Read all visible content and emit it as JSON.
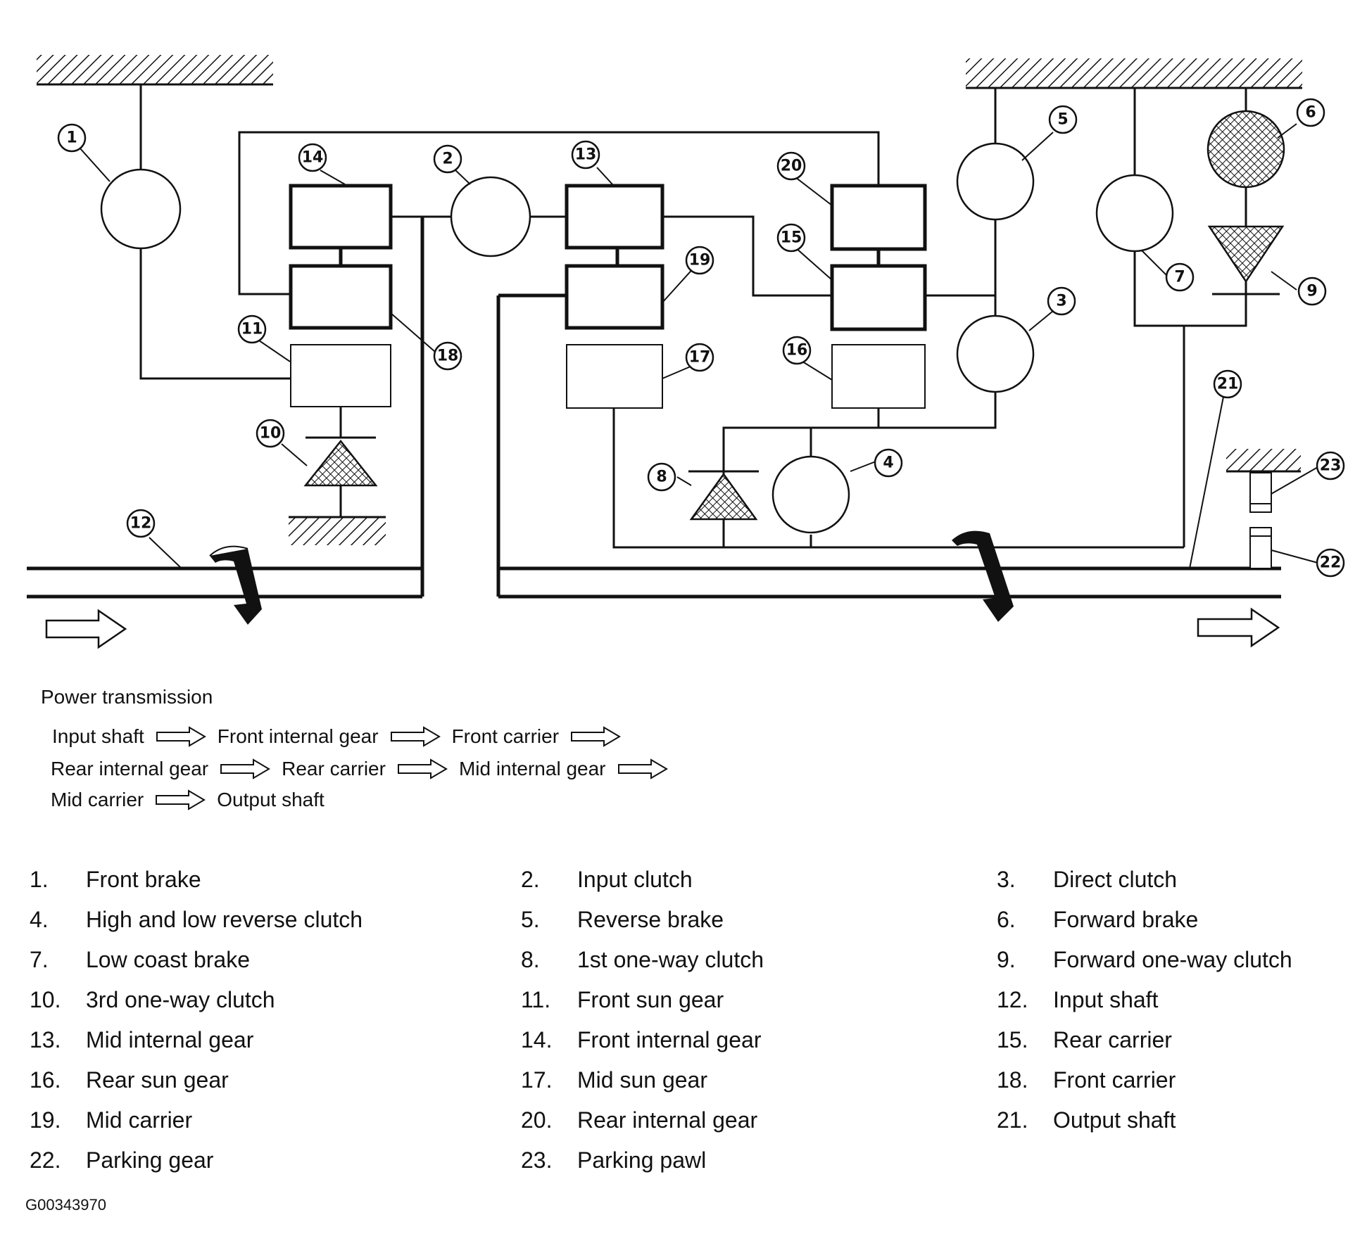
{
  "diagram": {
    "callouts": [
      "1",
      "2",
      "3",
      "4",
      "5",
      "6",
      "7",
      "8",
      "9",
      "10",
      "11",
      "12",
      "13",
      "14",
      "15",
      "16",
      "17",
      "18",
      "19",
      "20",
      "21",
      "22",
      "23"
    ]
  },
  "flow": {
    "title": "Power transmission",
    "lines": [
      [
        "Input shaft",
        "Front internal gear",
        "Front carrier",
        ""
      ],
      [
        "Rear internal gear",
        "Rear carrier",
        "Mid internal gear",
        ""
      ],
      [
        "Mid carrier",
        "Output shaft"
      ]
    ]
  },
  "legend": [
    {
      "num": "1.",
      "label": "Front brake"
    },
    {
      "num": "2.",
      "label": "Input clutch"
    },
    {
      "num": "3.",
      "label": "Direct clutch"
    },
    {
      "num": "4.",
      "label": "High and low reverse clutch"
    },
    {
      "num": "5.",
      "label": "Reverse brake"
    },
    {
      "num": "6.",
      "label": "Forward brake"
    },
    {
      "num": "7.",
      "label": "Low coast brake"
    },
    {
      "num": "8.",
      "label": "1st one-way clutch"
    },
    {
      "num": "9.",
      "label": "Forward one-way clutch"
    },
    {
      "num": "10.",
      "label": "3rd one-way clutch"
    },
    {
      "num": "11.",
      "label": "Front sun gear"
    },
    {
      "num": "12.",
      "label": "Input shaft"
    },
    {
      "num": "13.",
      "label": "Mid internal gear"
    },
    {
      "num": "14.",
      "label": "Front internal gear"
    },
    {
      "num": "15.",
      "label": "Rear carrier"
    },
    {
      "num": "16.",
      "label": "Rear sun gear"
    },
    {
      "num": "17.",
      "label": "Mid sun gear"
    },
    {
      "num": "18.",
      "label": "Front carrier"
    },
    {
      "num": "19.",
      "label": "Mid carrier"
    },
    {
      "num": "20.",
      "label": "Rear internal gear"
    },
    {
      "num": "21.",
      "label": "Output shaft"
    },
    {
      "num": "22.",
      "label": "Parking gear"
    },
    {
      "num": "23.",
      "label": "Parking pawl"
    }
  ],
  "figure_code": "G00343970"
}
